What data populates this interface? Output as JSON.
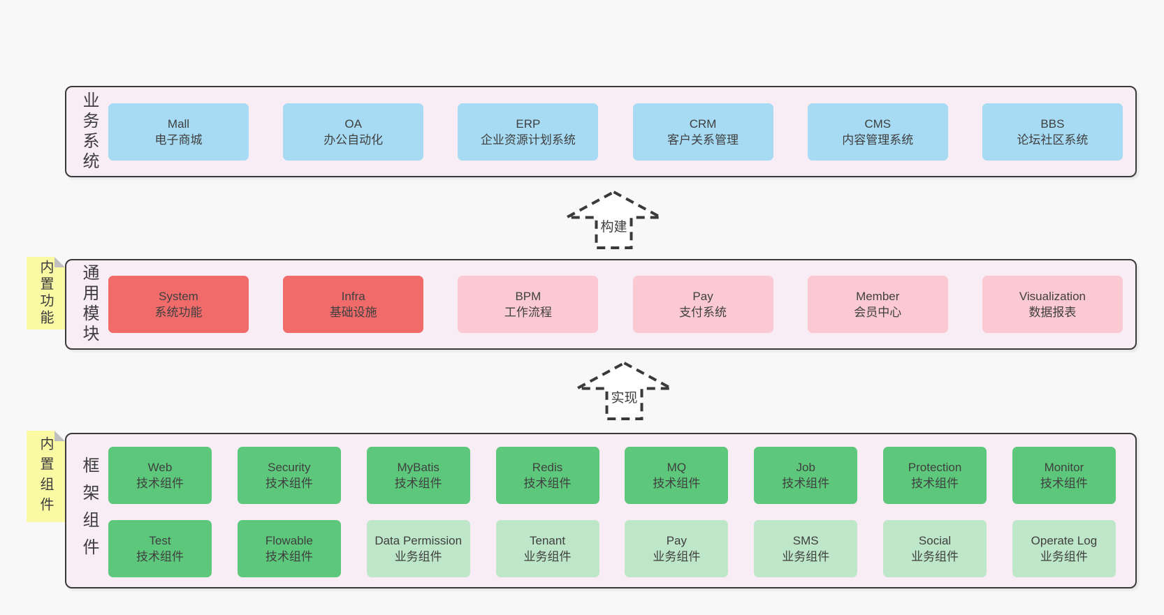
{
  "palette": {
    "page_bg": "#f8f8f8",
    "panel_bg": "#f8edf5",
    "panel_border": "#3a3a3a",
    "blue": "#a7dbf3",
    "red": "#f16b6b",
    "pink": "#fbc9d2",
    "green": "#5dc87c",
    "light_green": "#bee6c8",
    "sticky_yellow": "#faf9a4",
    "text": "#3f3f3f"
  },
  "stickies": {
    "features": {
      "label": "内置功能"
    },
    "components": {
      "label": "内置组件"
    }
  },
  "arrows": {
    "build": {
      "label": "构建"
    },
    "implement": {
      "label": "实现"
    }
  },
  "layers": {
    "business": {
      "title": "业务系统",
      "boxes": [
        {
          "name": "Mall",
          "sub": "电子商城",
          "category": "business-system"
        },
        {
          "name": "OA",
          "sub": "办公自动化",
          "category": "business-system"
        },
        {
          "name": "ERP",
          "sub": "企业资源计划系统",
          "category": "business-system"
        },
        {
          "name": "CRM",
          "sub": "客户关系管理",
          "category": "business-system"
        },
        {
          "name": "CMS",
          "sub": "内容管理系统",
          "category": "business-system"
        },
        {
          "name": "BBS",
          "sub": "论坛社区系统",
          "category": "business-system"
        }
      ]
    },
    "modules": {
      "title": "通用模块",
      "boxes": [
        {
          "name": "System",
          "sub": "系统功能",
          "category": "core"
        },
        {
          "name": "Infra",
          "sub": "基础设施",
          "category": "core"
        },
        {
          "name": "BPM",
          "sub": "工作流程",
          "category": "optional"
        },
        {
          "name": "Pay",
          "sub": "支付系统",
          "category": "optional"
        },
        {
          "name": "Member",
          "sub": "会员中心",
          "category": "optional"
        },
        {
          "name": "Visualization",
          "sub": "数据报表",
          "category": "optional"
        }
      ]
    },
    "framework": {
      "title": "框架组件",
      "row1": [
        {
          "name": "Web",
          "sub": "技术组件",
          "category": "tech"
        },
        {
          "name": "Security",
          "sub": "技术组件",
          "category": "tech"
        },
        {
          "name": "MyBatis",
          "sub": "技术组件",
          "category": "tech"
        },
        {
          "name": "Redis",
          "sub": "技术组件",
          "category": "tech"
        },
        {
          "name": "MQ",
          "sub": "技术组件",
          "category": "tech"
        },
        {
          "name": "Job",
          "sub": "技术组件",
          "category": "tech"
        },
        {
          "name": "Protection",
          "sub": "技术组件",
          "category": "tech"
        },
        {
          "name": "Monitor",
          "sub": "技术组件",
          "category": "tech"
        }
      ],
      "row2": [
        {
          "name": "Test",
          "sub": "技术组件",
          "category": "tech"
        },
        {
          "name": "Flowable",
          "sub": "技术组件",
          "category": "tech"
        },
        {
          "name": "Data Permission",
          "sub": "业务组件",
          "category": "biz"
        },
        {
          "name": "Tenant",
          "sub": "业务组件",
          "category": "biz"
        },
        {
          "name": "Pay",
          "sub": "业务组件",
          "category": "biz"
        },
        {
          "name": "SMS",
          "sub": "业务组件",
          "category": "biz"
        },
        {
          "name": "Social",
          "sub": "业务组件",
          "category": "biz"
        },
        {
          "name": "Operate Log",
          "sub": "业务组件",
          "category": "biz"
        }
      ]
    }
  }
}
